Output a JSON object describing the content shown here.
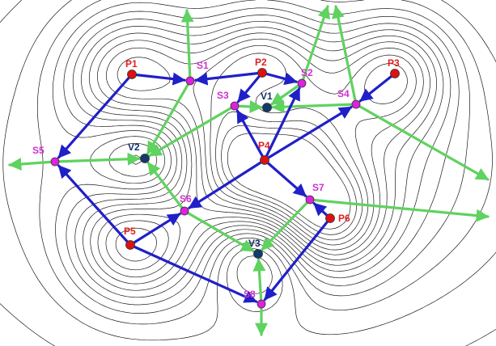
{
  "colors": {
    "contour": "#1a1a1a",
    "blue_path": "#2020c8",
    "green_path": "#5fd25f",
    "peak": "#dd1111",
    "saddle": "#e020e0",
    "valley": "#123a6e",
    "peak_label": "#e02020",
    "saddle_label": "#cc33cc",
    "valley_label": "#15306a"
  },
  "peaks": [
    {
      "id": "P1",
      "label": "P1"
    },
    {
      "id": "P2",
      "label": "P2"
    },
    {
      "id": "P3",
      "label": "P3"
    },
    {
      "id": "P4",
      "label": "P4"
    },
    {
      "id": "P5",
      "label": "P5"
    },
    {
      "id": "P6",
      "label": "P6"
    }
  ],
  "saddles": [
    {
      "id": "S1",
      "label": "S1"
    },
    {
      "id": "S2",
      "label": "S2"
    },
    {
      "id": "S3",
      "label": "S3"
    },
    {
      "id": "S4",
      "label": "S4"
    },
    {
      "id": "S5",
      "label": "S5"
    },
    {
      "id": "S6",
      "label": "S6"
    },
    {
      "id": "S7",
      "label": "S7"
    },
    {
      "id": "S8",
      "label": "S8"
    }
  ],
  "valleys": [
    {
      "id": "V1",
      "label": "V1"
    },
    {
      "id": "V2",
      "label": "V2"
    },
    {
      "id": "V3",
      "label": "V3"
    }
  ],
  "blue_edges": [
    [
      "P1",
      "S1"
    ],
    [
      "P1",
      "S5"
    ],
    [
      "P2",
      "S1"
    ],
    [
      "P2",
      "S2"
    ],
    [
      "P2",
      "S3"
    ],
    [
      "P3",
      "S4"
    ],
    [
      "P4",
      "S3"
    ],
    [
      "P4",
      "S4"
    ],
    [
      "P4",
      "S2"
    ],
    [
      "P4",
      "S6"
    ],
    [
      "P4",
      "S7"
    ],
    [
      "P5",
      "S5"
    ],
    [
      "P5",
      "S6"
    ],
    [
      "P5",
      "S8"
    ],
    [
      "P6",
      "S7"
    ],
    [
      "P6",
      "S8"
    ]
  ],
  "green_edges": [
    [
      "S1",
      "V2"
    ],
    [
      "S1",
      "OUT_TOP1"
    ],
    [
      "S2",
      "V1"
    ],
    [
      "S2",
      "OUT_TOP2"
    ],
    [
      "S3",
      "V1"
    ],
    [
      "S3",
      "V2"
    ],
    [
      "S4",
      "V1"
    ],
    [
      "S4",
      "OUT_TOP3"
    ],
    [
      "S4",
      "OUT_RIGHT1"
    ],
    [
      "S5",
      "V2"
    ],
    [
      "S5",
      "OUT_LEFT"
    ],
    [
      "S6",
      "V2"
    ],
    [
      "S6",
      "V3"
    ],
    [
      "S7",
      "V3"
    ],
    [
      "S7",
      "OUT_RIGHT2"
    ],
    [
      "S8",
      "V3"
    ],
    [
      "S8",
      "OUT_BOTTOM"
    ]
  ]
}
